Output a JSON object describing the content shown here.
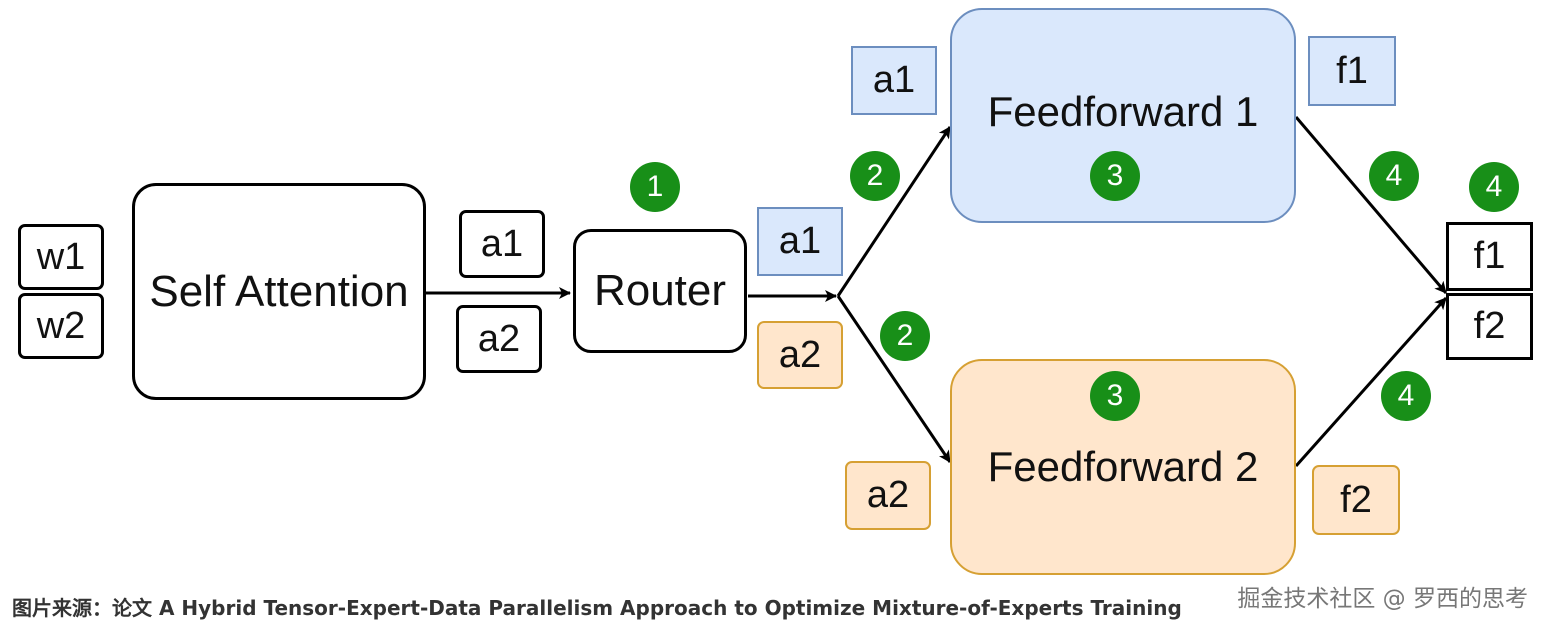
{
  "inputs": {
    "w1": "w1",
    "w2": "w2"
  },
  "self_attention": {
    "label": "Self Attention",
    "out_a1": "a1",
    "out_a2": "a2"
  },
  "router": {
    "label": "Router",
    "out_a1": "a1",
    "out_a2": "a2",
    "step": "1"
  },
  "expert1": {
    "label": "Feedforward 1",
    "in_token": "a1",
    "out_token": "f1",
    "route_step": "2",
    "compute_step": "3",
    "return_step": "4"
  },
  "expert2": {
    "label": "Feedforward 2",
    "in_token": "a2",
    "out_token": "f2",
    "route_step": "2",
    "compute_step": "3",
    "return_step": "4"
  },
  "outputs": {
    "f1": "f1",
    "f2": "f2",
    "step": "4"
  },
  "caption": "图片来源：论文 A Hybrid Tensor-Expert-Data Parallelism Approach to Optimize Mixture-of-Experts Training",
  "watermark": "掘金技术社区 @ 罗西的思考",
  "colors": {
    "expert1_fill": "#dae8fc",
    "expert1_stroke": "#6c8ebf",
    "expert2_fill": "#ffe6cc",
    "expert2_stroke": "#d6a033",
    "step_badge": "#188f18"
  }
}
